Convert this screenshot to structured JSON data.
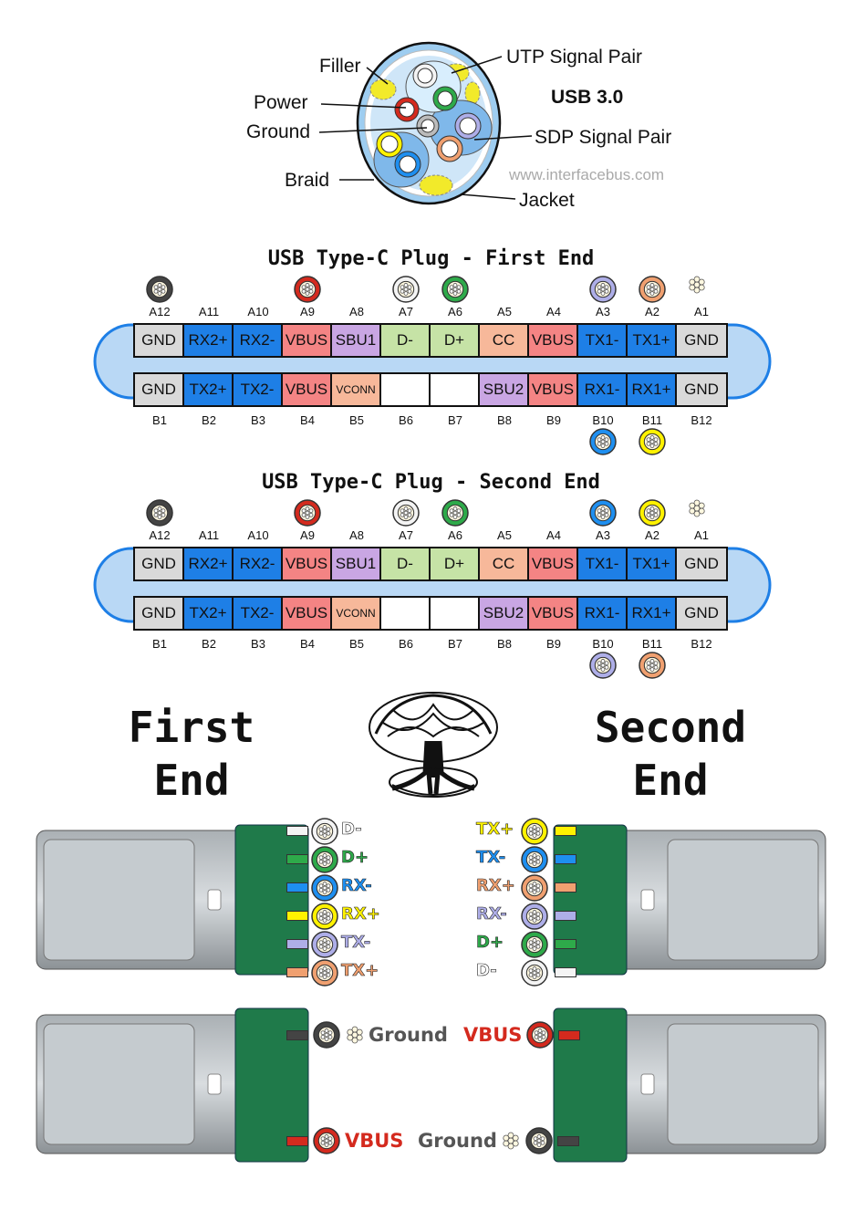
{
  "cable": {
    "labels": {
      "filler": "Filler",
      "utp": "UTP Signal Pair",
      "power": "Power",
      "ground": "Ground",
      "sdp": "SDP Signal Pair",
      "braid": "Braid",
      "jacket": "Jacket"
    },
    "title": "USB 3.0",
    "website": "www.interfacebus.com"
  },
  "plug1": {
    "title": "USB Type-C Plug - First End",
    "a_pins": [
      "A12",
      "A11",
      "A10",
      "A9",
      "A8",
      "A7",
      "A6",
      "A5",
      "A4",
      "A3",
      "A2",
      "A1"
    ],
    "a_signals": [
      "GND",
      "RX2+",
      "RX2-",
      "VBUS",
      "SBU1",
      "D-",
      "D+",
      "CC",
      "VBUS",
      "TX1-",
      "TX1+",
      "GND"
    ],
    "b_signals": [
      "GND",
      "TX2+",
      "TX2-",
      "VBUS",
      "VCONN",
      "",
      "",
      "SBU2",
      "VBUS",
      "RX1-",
      "RX1+",
      "GND"
    ],
    "b_pins": [
      "B1",
      "B2",
      "B3",
      "B4",
      "B5",
      "B6",
      "B7",
      "B8",
      "B9",
      "B10",
      "B11",
      "B12"
    ]
  },
  "plug2": {
    "title": "USB Type-C Plug - Second End",
    "a_pins": [
      "A12",
      "A11",
      "A10",
      "A9",
      "A8",
      "A7",
      "A6",
      "A5",
      "A4",
      "A3",
      "A2",
      "A1"
    ],
    "a_signals": [
      "GND",
      "RX2+",
      "RX2-",
      "VBUS",
      "SBU1",
      "D-",
      "D+",
      "CC",
      "VBUS",
      "TX1-",
      "TX1+",
      "GND"
    ],
    "b_signals": [
      "GND",
      "TX2+",
      "TX2-",
      "VBUS",
      "VCONN",
      "",
      "",
      "SBU2",
      "VBUS",
      "RX1-",
      "RX1+",
      "GND"
    ],
    "b_pins": [
      "B1",
      "B2",
      "B3",
      "B4",
      "B5",
      "B6",
      "B7",
      "B8",
      "B9",
      "B10",
      "B11",
      "B12"
    ]
  },
  "ends": {
    "first_line1": "First",
    "first_line2": "End",
    "second_line1": "Second",
    "second_line2": "End"
  },
  "first_end_wires": [
    "D-",
    "D+",
    "RX-",
    "RX+",
    "TX-",
    "TX+"
  ],
  "second_end_wires": [
    "TX+",
    "TX-",
    "RX+",
    "RX-",
    "D+",
    "D-"
  ],
  "power": {
    "ground": "Ground",
    "vbus": "VBUS"
  },
  "colors": {
    "gnd": "#d9d9d9",
    "blue": "#1e7fe6",
    "vbus": "#f48484",
    "sbu": "#c9a6e3",
    "d": "#c6e3a6",
    "cc": "#f7b89a",
    "vconn": "#f7b89a",
    "shell": "#b9d8f5",
    "wire_black": "#444444",
    "wire_red": "#d42a1e",
    "wire_white": "#f4f4f4",
    "wire_green": "#2eaa4a",
    "wire_violet": "#aeaee8",
    "wire_orange": "#f0a070",
    "wire_yellow": "#fff200",
    "wire_blue": "#1e8ff0"
  }
}
